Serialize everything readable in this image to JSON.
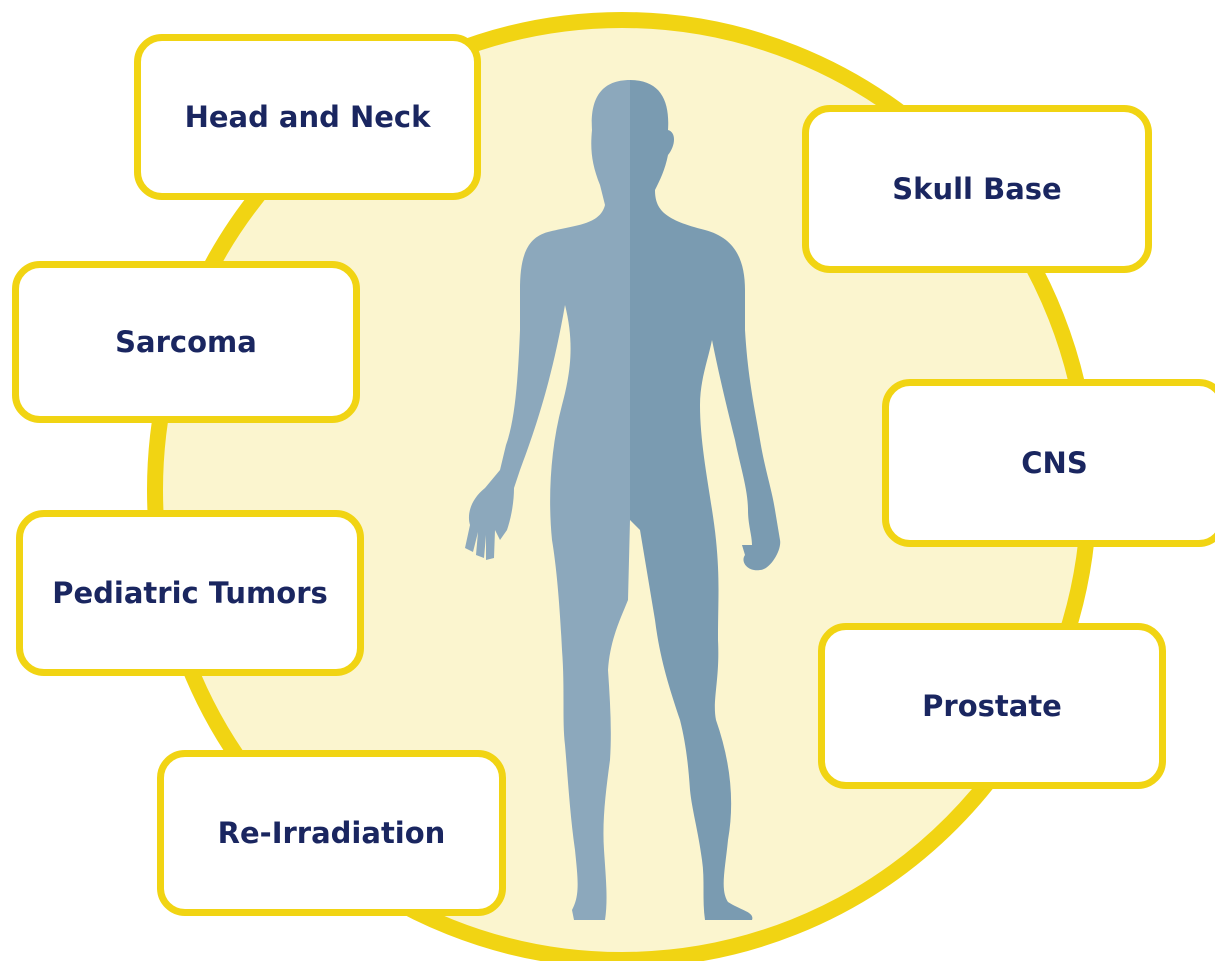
{
  "diagram": {
    "colors": {
      "ring": "#f1d413",
      "circle_fill": "#fbf5cf",
      "body_light": "#8ca8bc",
      "body_dark": "#7a9bb1",
      "text": "#1a2660"
    },
    "figure_icon": "human-body-silhouette-icon",
    "labels": [
      {
        "id": "head_neck",
        "text": "Head and Neck"
      },
      {
        "id": "sarcoma",
        "text": "Sarcoma"
      },
      {
        "id": "pediatric",
        "text": "Pediatric Tumors"
      },
      {
        "id": "reirrad",
        "text": "Re-Irradiation"
      },
      {
        "id": "skull",
        "text": "Skull Base"
      },
      {
        "id": "cns",
        "text": "CNS"
      },
      {
        "id": "prostate",
        "text": "Prostate"
      }
    ]
  }
}
